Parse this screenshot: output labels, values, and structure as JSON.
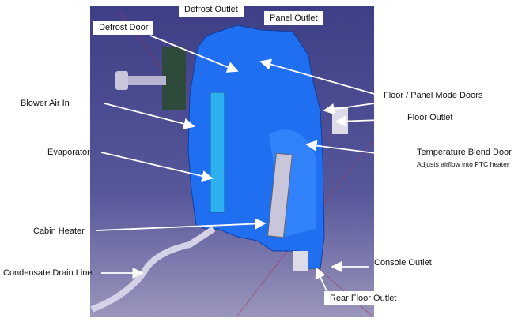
{
  "labels": {
    "defrost_outlet": "Defrost Outlet",
    "panel_outlet": "Panel Outlet",
    "defrost_door": "Defrost Door",
    "blower_air_in": "Blower Air In",
    "evaporator": "Evaporator",
    "cabin_heater": "Cabin Heater",
    "condensate_drain_line": "Condensate Drain Line",
    "floor_panel_mode_doors": "Floor / Panel Mode Doors",
    "floor_outlet": "Floor Outlet",
    "temperature_blend_door": "Temperature  Blend Door",
    "temperature_blend_door_note": "Adjusts airflow into PTC heater",
    "console_outlet": "Console Outlet",
    "rear_floor_outlet": "Rear Floor Outlet"
  },
  "colors": {
    "background_top": "#3e3f86",
    "background_bottom": "#9a96bb",
    "housing": "#1f6ff0",
    "evaporator": "#2fb0ee",
    "heater": "#c9c6dc"
  }
}
